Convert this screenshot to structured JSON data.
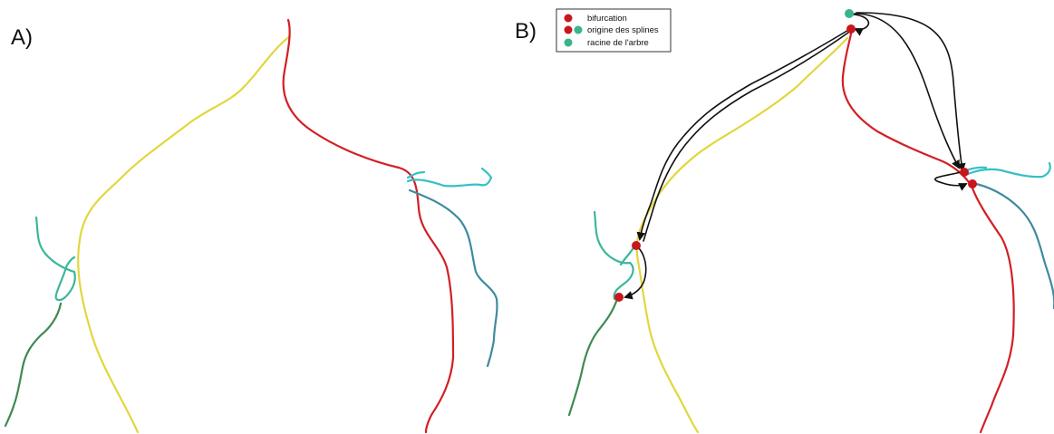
{
  "panels": [
    {
      "label": "A)"
    },
    {
      "label": "B)"
    }
  ],
  "legend": {
    "items": [
      {
        "text": "bifurcation",
        "markers": [
          "red"
        ]
      },
      {
        "text": "origine des splines",
        "markers": [
          "red",
          "teal"
        ]
      },
      {
        "text": "racine de l'arbre",
        "markers": [
          "teal"
        ]
      }
    ]
  },
  "colors": {
    "yellow": "#e3d63c",
    "red": "#d21f24",
    "cyan": "#35c0c7",
    "steel": "#3f8a9e",
    "mint": "#3bb79b",
    "green": "#3f8a52",
    "marker_red": "#c8171c",
    "marker_teal": "#37b48e",
    "arrow": "#111111"
  }
}
